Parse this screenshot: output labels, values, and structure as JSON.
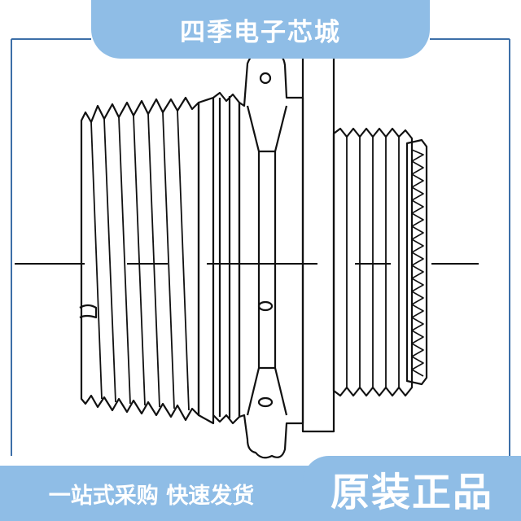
{
  "banner": {
    "title": "四季电子芯城"
  },
  "footer": {
    "slogan": "一站式采购 快速发货",
    "badge": "原装正品"
  },
  "colors": {
    "banner_bg": "#8fbde6",
    "line": "#111111",
    "frame": "#3d6fa8"
  },
  "icons": [
    "connector-drawing"
  ]
}
